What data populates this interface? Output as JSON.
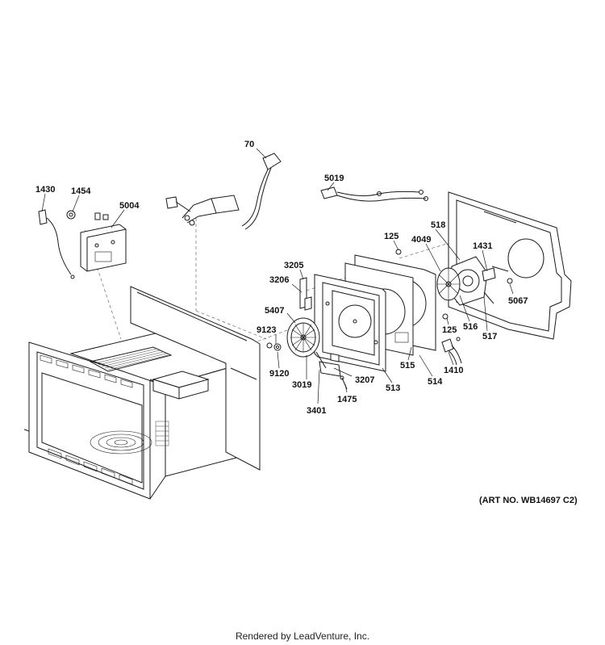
{
  "labels": {
    "p70": "70",
    "p5019": "5019",
    "p1430": "1430",
    "p1454": "1454",
    "p5004": "5004",
    "p125a": "125",
    "p518": "518",
    "p4049": "4049",
    "p1431": "1431",
    "p3205": "3205",
    "p3206": "3206",
    "p5067": "5067",
    "p5407": "5407",
    "p9123": "9123",
    "p125b": "125",
    "p516": "516",
    "p517": "517",
    "p9120": "9120",
    "p515": "515",
    "p1410": "1410",
    "p3207": "3207",
    "p514": "514",
    "p3019": "3019",
    "p513": "513",
    "p1475": "1475",
    "p3401": "3401"
  },
  "art_no": "(ART NO. WB14697 C2)",
  "credit": "Rendered by LeadVenture, Inc."
}
